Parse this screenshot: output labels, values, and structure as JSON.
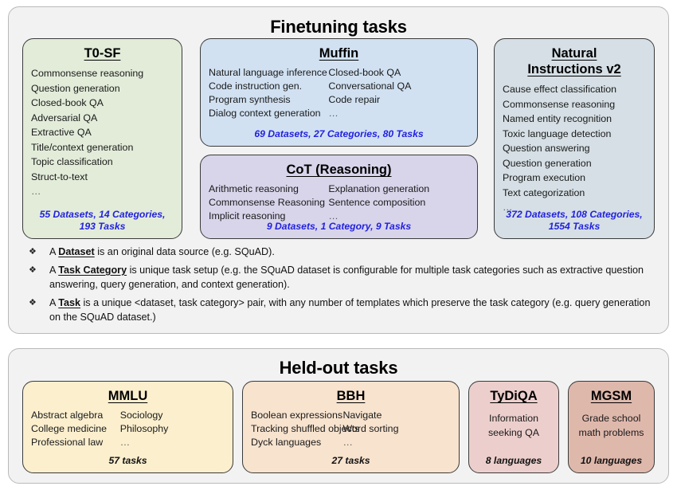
{
  "finetuning": {
    "title": "Finetuning tasks",
    "cards": [
      {
        "id": "t0sf",
        "title": "T0-SF",
        "color": "#e2ecd9",
        "columns": [
          [
            "Commonsense reasoning",
            "Question generation",
            "Closed-book QA",
            "Adversarial QA",
            "Extractive QA",
            "Title/context generation",
            "Topic classification",
            "Struct-to-text",
            "…"
          ]
        ],
        "stats": "55 Datasets, 14 Categories, 193 Tasks",
        "stats_line1": "55 Datasets, 14 Categories,",
        "stats_line2": "193 Tasks"
      },
      {
        "id": "muffin",
        "title": "Muffin",
        "color": "#d1e1f2",
        "columns": [
          [
            "Natural language inference",
            "Code instruction gen.",
            "Program synthesis",
            "Dialog context generation"
          ],
          [
            "Closed-book QA",
            "Conversational QA",
            "Code repair",
            "…"
          ]
        ],
        "stats": "69 Datasets, 27 Categories, 80 Tasks"
      },
      {
        "id": "cot",
        "title": "CoT (Reasoning)",
        "color": "#d8d4ea",
        "columns": [
          [
            "Arithmetic reasoning",
            "Commonsense Reasoning",
            "Implicit reasoning"
          ],
          [
            "Explanation generation",
            "Sentence composition",
            "…"
          ]
        ],
        "stats": "9 Datasets, 1 Category, 9 Tasks"
      },
      {
        "id": "niv2",
        "title_line1": "Natural",
        "title_line2": "Instructions v2",
        "title": "Natural Instructions v2",
        "color": "#d5dfe5",
        "columns": [
          [
            "Cause effect classification",
            "Commonsense reasoning",
            "Named entity recognition",
            "Toxic language detection",
            "Question answering",
            "Question generation",
            "Program execution",
            "Text categorization",
            "…"
          ]
        ],
        "stats": "372 Datasets, 108 Categories, 1554 Tasks",
        "stats_line1": "372 Datasets, 108 Categories,",
        "stats_line2": "1554 Tasks"
      }
    ],
    "notes": [
      {
        "bullet": "❖",
        "prefix": "A ",
        "term": "Dataset",
        "suffix": " is an original data source (e.g. SQuAD)."
      },
      {
        "bullet": "❖",
        "prefix": "A ",
        "term": "Task Category",
        "suffix": " is unique task setup (e.g. the SQuAD dataset is configurable for multiple task categories such as extractive question answering, query generation, and context generation)."
      },
      {
        "bullet": "❖",
        "prefix": "A ",
        "term": "Task",
        "suffix": " is a unique <dataset, task category> pair, with any number of templates which preserve the task category (e.g. query generation on the SQuAD dataset.)"
      }
    ]
  },
  "heldout": {
    "title": "Held-out tasks",
    "cards": [
      {
        "id": "mmlu",
        "title": "MMLU",
        "color": "#fbefce",
        "columns": [
          [
            "Abstract algebra",
            "College medicine",
            "Professional law"
          ],
          [
            "Sociology",
            "Philosophy",
            "…"
          ]
        ],
        "stats": "57 tasks"
      },
      {
        "id": "bbh",
        "title": "BBH",
        "color": "#f7e3ce",
        "columns": [
          [
            "Boolean expressions",
            "Tracking shuffled objects",
            "Dyck languages"
          ],
          [
            "Navigate",
            "Word sorting",
            "…"
          ]
        ],
        "stats": "27 tasks"
      },
      {
        "id": "tydiqa",
        "title": "TyDiQA",
        "color": "#eccfcc",
        "centered": [
          "Information",
          "seeking QA"
        ],
        "stats": "8 languages"
      },
      {
        "id": "mgsm",
        "title": "MGSM",
        "color": "#dfb8ac",
        "centered": [
          "Grade school",
          "math problems"
        ],
        "stats": "10 languages"
      }
    ]
  }
}
